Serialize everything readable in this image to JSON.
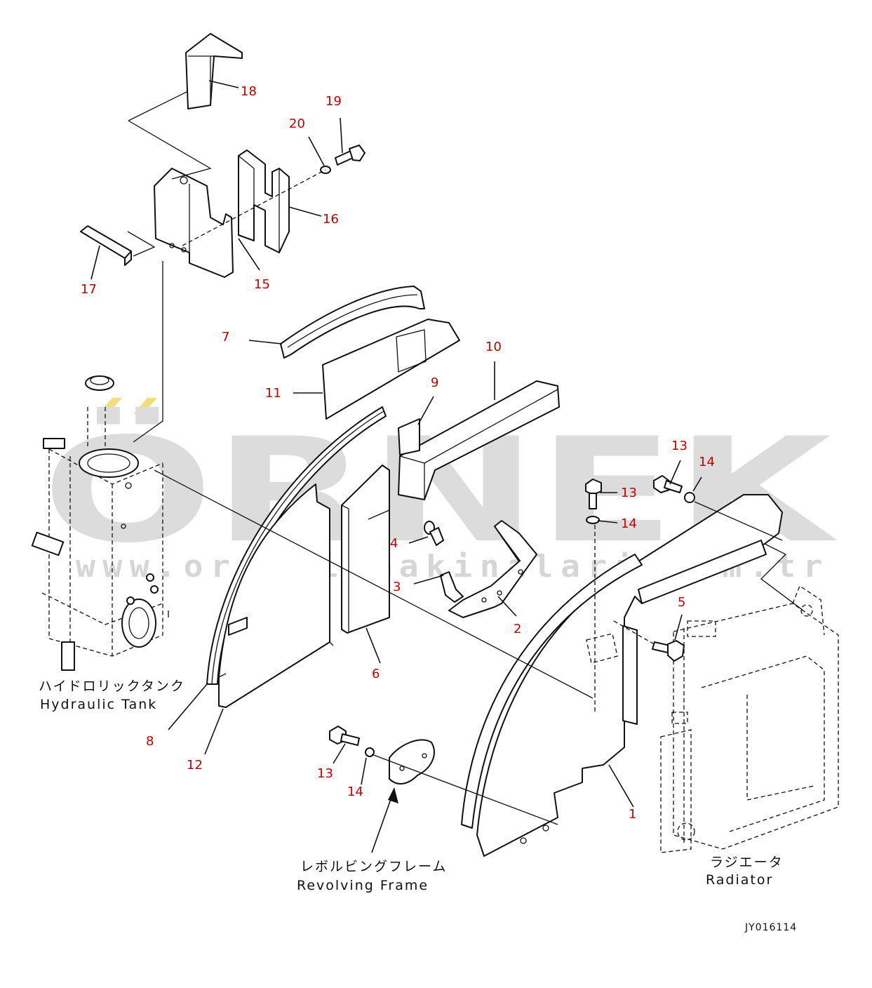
{
  "diagram": {
    "callouts": [
      "1",
      "2",
      "3",
      "4",
      "5",
      "6",
      "7",
      "8",
      "9",
      "10",
      "11",
      "12",
      "13",
      "13",
      "13",
      "14",
      "14",
      "14",
      "15",
      "16",
      "17",
      "18",
      "19",
      "20"
    ],
    "captions": {
      "hydraulic_tank_jp": "ハイドロリックタンク",
      "hydraulic_tank_en": "Hydraulic Tank",
      "revolving_frame_jp": "レボルビングフレーム",
      "revolving_frame_en": "Revolving Frame",
      "radiator_jp": "ラジエータ",
      "radiator_en": "Radiator"
    },
    "drawing_code": "JY016114"
  },
  "watermark": {
    "brand": "ÖRNEK",
    "url": "www.ornekismakinalari.com.tr",
    "accent_color": "#f3df7a",
    "gray_color": "#dcdcdc"
  },
  "colors": {
    "callout": "#c00000",
    "line": "#111111"
  }
}
